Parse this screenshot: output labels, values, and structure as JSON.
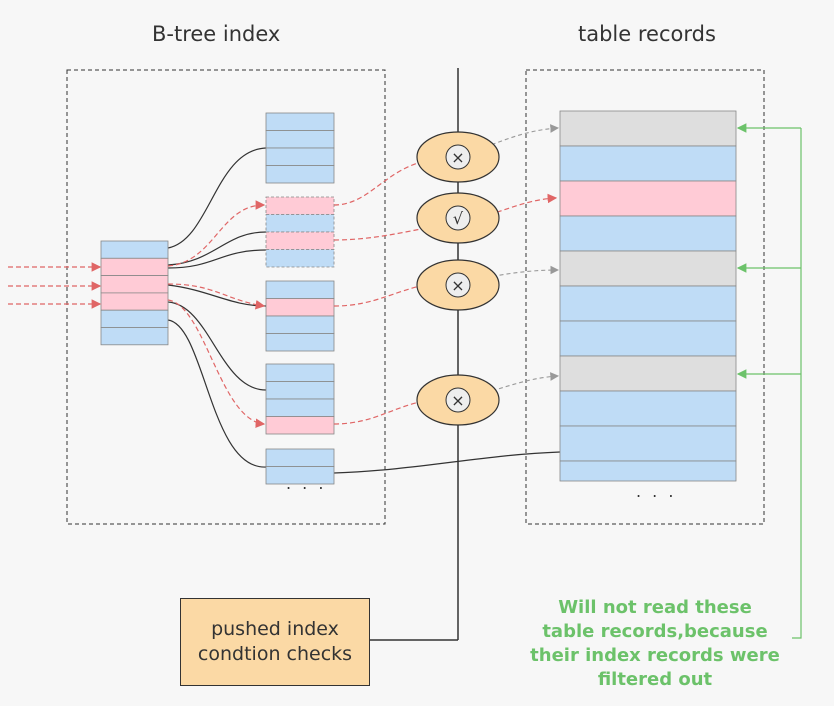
{
  "btree_index_title": "B-tree index",
  "table_records_title": "table records",
  "ellipsis": ". . .",
  "filter_marks": [
    "×",
    "√",
    "×",
    "×"
  ],
  "pushed_check_label": "pushed index condtion checks",
  "note_text": "Will not read these table records,because their index records were filtered out",
  "colors": {
    "blue": "#bfdcf6",
    "pink": "#ffcbd6",
    "gray": "#dedede",
    "orange": "#fbd9a5",
    "green": "#6cc26a",
    "red_arrow": "#e06666",
    "gray_arrow": "#999999"
  }
}
